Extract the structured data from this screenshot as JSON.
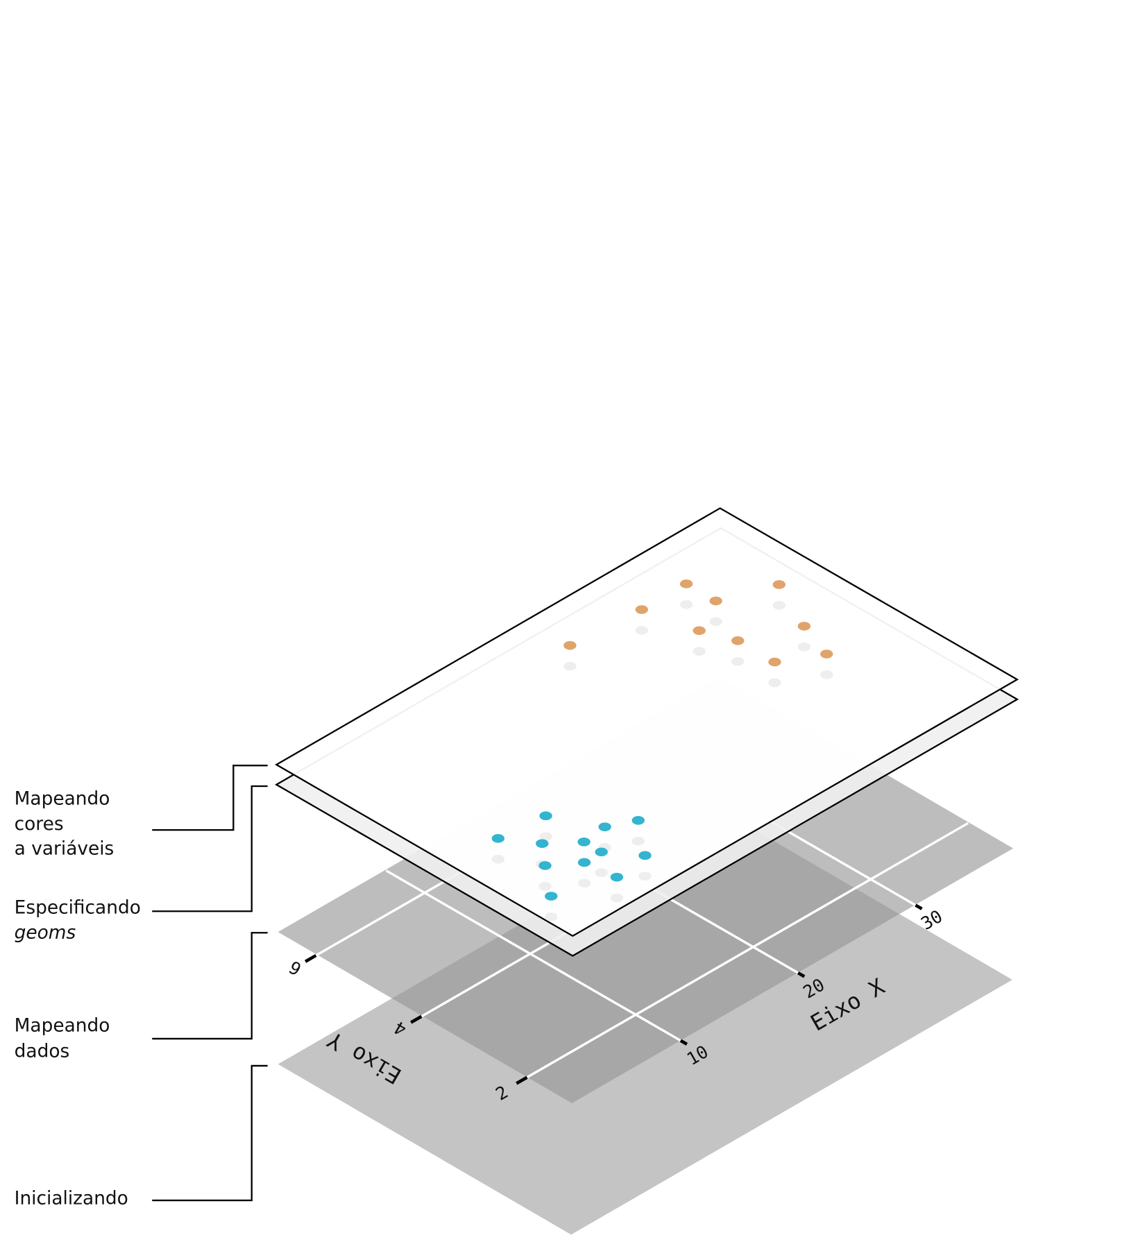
{
  "layers": [
    {
      "label_lines": [
        "Mapeando",
        "cores",
        "a variáveis"
      ]
    },
    {
      "label_lines": [
        "Especificando",
        "geoms"
      ]
    },
    {
      "label_lines": [
        "Mapeando",
        "dados"
      ]
    },
    {
      "label_lines": [
        "Inicializando"
      ]
    }
  ],
  "colors": {
    "base_layer": "#c4c4c4",
    "data_layer": "#979797",
    "orange": "#dfa46b",
    "blue": "#33b4cf",
    "shadow": "#eeeeee"
  },
  "chart_data": {
    "type": "scatter",
    "xlabel": "Eixo X",
    "ylabel": "Eixo Y",
    "x_ticks": [
      "10",
      "20",
      "30"
    ],
    "x_tick_values": [
      10,
      20,
      30
    ],
    "y_ticks": [
      "2",
      "4",
      "6"
    ],
    "y_tick_values": [
      2,
      4,
      6
    ],
    "xlim": [
      0.75,
      38.3
    ],
    "ylim": [
      1.15,
      6.73
    ],
    "series": [
      {
        "name": "orange",
        "color": "#dfa46b",
        "points": [
          [
            22.1,
            5.94
          ],
          [
            27.8,
            5.85
          ],
          [
            31.6,
            5.85
          ],
          [
            31.6,
            5.29
          ],
          [
            35.5,
            4.96
          ],
          [
            28.7,
            4.96
          ],
          [
            29.6,
            4.43
          ],
          [
            33.5,
            4.04
          ],
          [
            29.6,
            3.73
          ],
          [
            32.4,
            3.37
          ]
        ]
      },
      {
        "name": "blue",
        "color": "#33b4cf",
        "points": [
          [
            8.5,
            3.37
          ],
          [
            10.2,
            2.63
          ],
          [
            12.1,
            2.42
          ],
          [
            4.8,
            3.45
          ],
          [
            6.3,
            2.95
          ],
          [
            8.2,
            2.58
          ],
          [
            8.2,
            2.25
          ],
          [
            9.8,
            1.78
          ],
          [
            4.8,
            2.56
          ],
          [
            6.7,
            2.24
          ],
          [
            7.0,
            1.69
          ],
          [
            2.8,
            2.0
          ]
        ]
      }
    ]
  }
}
